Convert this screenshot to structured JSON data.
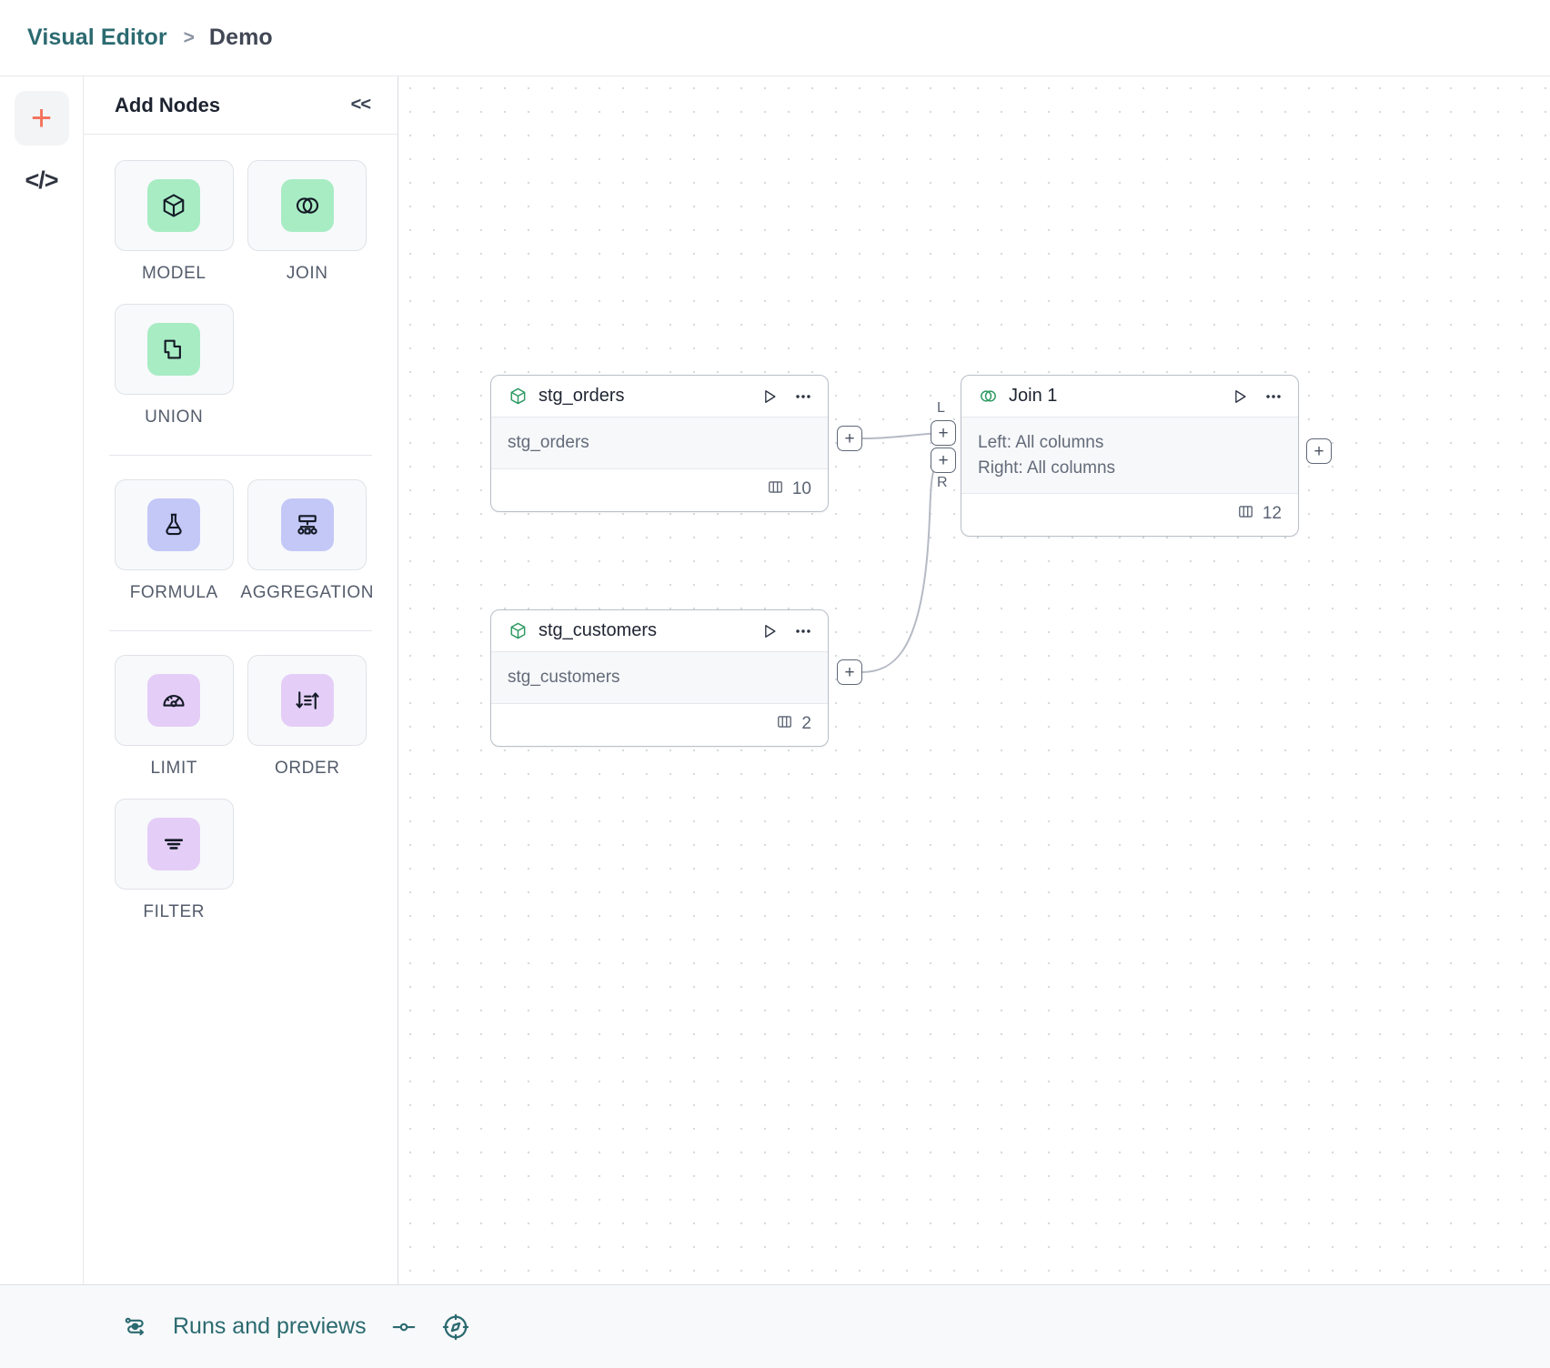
{
  "header": {
    "breadcrumb_root": "Visual Editor",
    "breadcrumb_separator": ">",
    "breadcrumb_leaf": "Demo",
    "root_color": "#2b6a70",
    "leaf_color": "#414755"
  },
  "rail": {
    "add_icon": "plus-icon",
    "add_color": "#f4715b",
    "code_label": "</>"
  },
  "panel": {
    "title": "Add Nodes",
    "collapse_label": "<<",
    "groups": [
      {
        "items": [
          {
            "label": "MODEL",
            "icon": "cube-icon",
            "swatch": "#a8ecc4"
          },
          {
            "label": "JOIN",
            "icon": "venn-circles-icon",
            "swatch": "#a8ecc4"
          },
          {
            "label": "UNION",
            "icon": "overlapping-squares-icon",
            "swatch": "#a8ecc4"
          }
        ]
      },
      {
        "items": [
          {
            "label": "FORMULA",
            "icon": "flask-icon",
            "swatch": "#c3c8f7"
          },
          {
            "label": "AGGREGATION",
            "icon": "hierarchy-icon",
            "swatch": "#c3c8f7"
          }
        ]
      },
      {
        "items": [
          {
            "label": "LIMIT",
            "icon": "gauge-icon",
            "swatch": "#e4cef7"
          },
          {
            "label": "ORDER",
            "icon": "sort-icon",
            "swatch": "#e4cef7"
          },
          {
            "label": "FILTER",
            "icon": "filter-icon",
            "swatch": "#e4cef7"
          }
        ]
      }
    ]
  },
  "canvas": {
    "nodes": [
      {
        "id": "stg_orders",
        "title": "stg_orders",
        "icon": "cube-icon",
        "body_lines": [
          "stg_orders"
        ],
        "column_count": "10",
        "run_icon": "play-icon",
        "menu_icon": "more-options-icon",
        "columns_icon": "columns-icon"
      },
      {
        "id": "stg_customers",
        "title": "stg_customers",
        "icon": "cube-icon",
        "body_lines": [
          "stg_customers"
        ],
        "column_count": "2",
        "run_icon": "play-icon",
        "menu_icon": "more-options-icon",
        "columns_icon": "columns-icon"
      },
      {
        "id": "join_1",
        "title": "Join 1",
        "icon": "venn-circles-icon",
        "body_lines": [
          "Left: All columns",
          "Right: All columns"
        ],
        "column_count": "12",
        "run_icon": "play-icon",
        "menu_icon": "more-options-icon",
        "columns_icon": "columns-icon"
      }
    ],
    "ports": {
      "plus": "+",
      "left_label": "L",
      "right_label": "R"
    }
  },
  "bottombar": {
    "runs_label": "Runs and previews",
    "runs_icon": "pipeline-icon",
    "slider_icon": "slider-icon",
    "compass_icon": "compass-icon",
    "accent": "#2b6a70"
  }
}
